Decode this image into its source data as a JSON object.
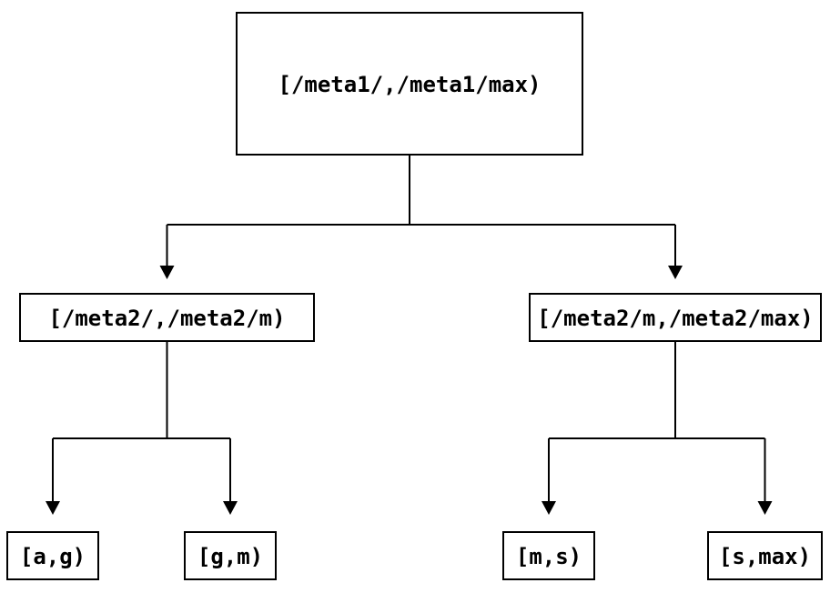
{
  "diagram": {
    "type": "interval-partition-tree",
    "nodes": {
      "root": {
        "id": "root",
        "label": "[/meta1/,/meta1/max)",
        "level": 0
      },
      "left": {
        "id": "left",
        "label": "[/meta2/,/meta2/m)",
        "level": 1,
        "parent": "root"
      },
      "right": {
        "id": "right",
        "label": "[/meta2/m,/meta2/max)",
        "level": 1,
        "parent": "root"
      },
      "leaf_ag": {
        "id": "leaf_ag",
        "label": "[a,g)",
        "level": 2,
        "parent": "left"
      },
      "leaf_gm": {
        "id": "leaf_gm",
        "label": "[g,m)",
        "level": 2,
        "parent": "left"
      },
      "leaf_ms": {
        "id": "leaf_ms",
        "label": "[m,s)",
        "level": 2,
        "parent": "right"
      },
      "leaf_smax": {
        "id": "leaf_smax",
        "label": "[s,max)",
        "level": 2,
        "parent": "right"
      }
    },
    "edges": [
      {
        "from": "root",
        "to": "left"
      },
      {
        "from": "root",
        "to": "right"
      },
      {
        "from": "left",
        "to": "leaf_ag"
      },
      {
        "from": "left",
        "to": "leaf_gm"
      },
      {
        "from": "right",
        "to": "leaf_ms"
      },
      {
        "from": "right",
        "to": "leaf_smax"
      }
    ],
    "colors": {
      "background": "#ffffff",
      "line": "#000000",
      "box_border": "#000000",
      "box_fill": "#ffffff",
      "text": "#000000"
    }
  }
}
